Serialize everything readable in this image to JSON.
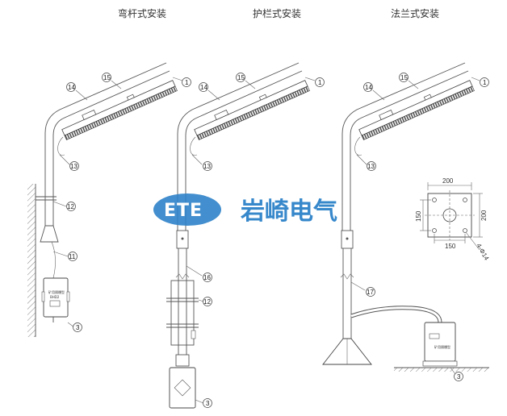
{
  "titles": {
    "bent_pole": "弯杆式安装",
    "guardrail": "护栏式安装",
    "flange": "法兰式安装"
  },
  "callouts": {
    "c1": "1",
    "c3": "3",
    "c11": "11",
    "c12": "12",
    "c13": "13",
    "c14": "14",
    "c15": "15",
    "c16": "16",
    "c17": "17"
  },
  "watermark": {
    "logo": "ETE",
    "text": "岩崎电气",
    "color": "#2d82c9"
  },
  "flange_plate": {
    "width": "200",
    "hole_spacing_x": "150",
    "hole_spacing_y": "150",
    "height": "200",
    "holes": "4-Φ14"
  },
  "box_label": {
    "line1": "矿用隔爆型",
    "line2": "BHD2"
  }
}
